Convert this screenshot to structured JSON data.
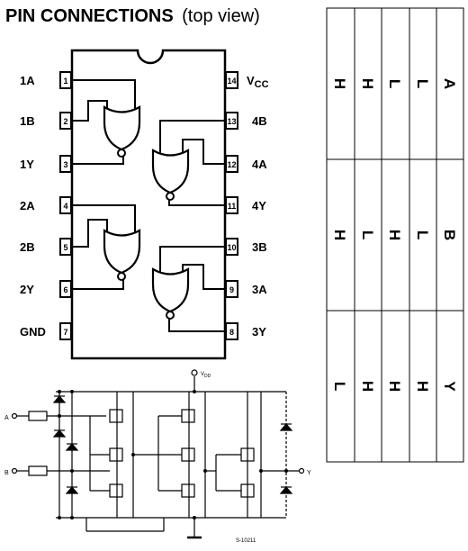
{
  "title": {
    "main": "PIN CONNECTIONS",
    "sub": "(top view)"
  },
  "left_pins": [
    {
      "label": "1A",
      "num": "1"
    },
    {
      "label": "1B",
      "num": "2"
    },
    {
      "label": "1Y",
      "num": "3"
    },
    {
      "label": "2A",
      "num": "4"
    },
    {
      "label": "2B",
      "num": "5"
    },
    {
      "label": "2Y",
      "num": "6"
    },
    {
      "label": "GND",
      "num": "7"
    }
  ],
  "right_pins": [
    {
      "label": "VCC",
      "label_main": "V",
      "label_sub": "CC",
      "num": "14"
    },
    {
      "label": "4B",
      "num": "13"
    },
    {
      "label": "4A",
      "num": "12"
    },
    {
      "label": "4Y",
      "num": "11"
    },
    {
      "label": "3B",
      "num": "10"
    },
    {
      "label": "3A",
      "num": "9"
    },
    {
      "label": "3Y",
      "num": "8"
    }
  ],
  "schematic": {
    "vdd_label": "V",
    "vdd_sub": "DD",
    "input_a": "A",
    "input_b": "B",
    "output_y": "Y",
    "figure_code": "S-10211"
  },
  "truth_table": {
    "headers": [
      "A",
      "B",
      "Y"
    ],
    "rows": [
      [
        "L",
        "L",
        "H"
      ],
      [
        "L",
        "H",
        "H"
      ],
      [
        "H",
        "L",
        "H"
      ],
      [
        "H",
        "H",
        "L"
      ]
    ]
  }
}
